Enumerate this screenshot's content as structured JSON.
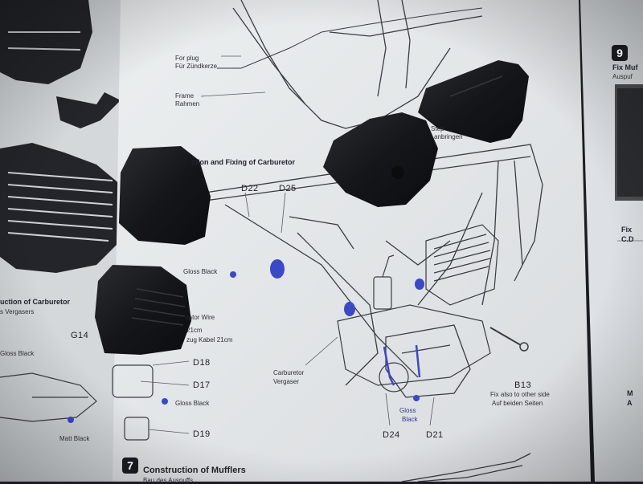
{
  "photo": {
    "subject": "model kit instruction sheet with black plastic parts",
    "colors": {
      "background": "#1b1d22",
      "paper": "#e9ebec",
      "paper_left": "#d7dadd",
      "paper_right": "#dfe3e7",
      "ink": "#2c2e35",
      "accent_blue": "#3a49c8",
      "plastic": "#15161a"
    }
  },
  "labels": {
    "for_plug_en": "For plug",
    "for_plug_de": "Für Zündkerze",
    "frame_en": "Frame",
    "frame_de": "Rahmen",
    "step_en": "Step",
    "step_de": "anbringen",
    "section_title": "ction and Fixing of Carburetor",
    "d22": "D22",
    "d25": "D25",
    "gloss_black_1": "Gloss Black",
    "carb_section_en": "uction of Carburetor",
    "carb_section_de": "s Vergasers",
    "wire_en": "rator Wire",
    "wire_len": "21cm",
    "wire_de": "zug Kabel 21cm",
    "g14": "G14",
    "gloss_black_2": "Gloss Black",
    "d18": "D18",
    "d17": "D17",
    "gloss_black_3": "Gloss Black",
    "d19": "D19",
    "matt_black": "Matt Black",
    "carburetor_en": "Carburetor",
    "carburetor_de": "Vergaser",
    "b13": "B13",
    "fix_also_en": "Fix also to other side",
    "fix_also_de": "Auf beiden Seiten",
    "gloss_black_4a": "Gloss",
    "gloss_black_4b": "Black",
    "d24": "D24",
    "d21": "D21",
    "mufflers_en": "Construction of Mufflers",
    "mufflers_de": "Bau des Auspuffs",
    "step9_num": "9",
    "step9_en": "Fix Muf",
    "step9_de": "Auspuf",
    "fix_right": "Fix",
    "cd_right": "C.D",
    "m_right": "M",
    "a_right": "A",
    "step7_num": "7"
  }
}
